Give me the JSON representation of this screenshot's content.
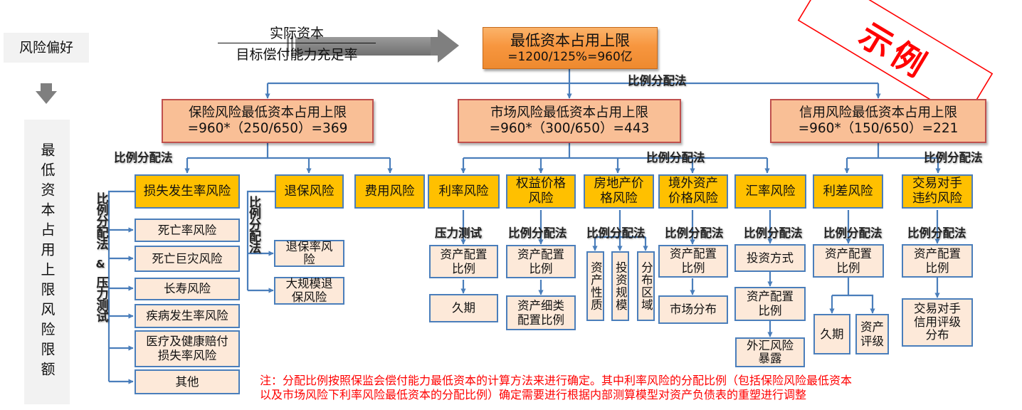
{
  "left_panel": {
    "risk_appetite": "风险偏好",
    "vertical_title": "最低资本占用上限风险限额"
  },
  "formula": {
    "numerator": "实际资本",
    "denominator": "目标偿付能力充足率"
  },
  "root": {
    "title": "最低资本占用上限",
    "formula": "=1200/125%=960亿"
  },
  "stamp": {
    "text": "示例",
    "color": "#ff0000"
  },
  "method_labels": {
    "proportional": "比例分配法",
    "stress_test": "压力测试",
    "proportional_and_stress_a": "比例分配法",
    "ampersand": "&",
    "proportional_and_stress_b": "压力测试"
  },
  "categories": [
    {
      "title": "保险风险最低资本占用上限",
      "formula": "=960*（250/650）=369",
      "children": [
        {
          "label": "损失发生率风险",
          "method": "比例分配法 & 压力测试",
          "children": [
            "死亡率风险",
            "死亡巨灾风险",
            "长寿风险",
            "疾病发生率风险",
            "医疗及健康赔付\n损失率风险",
            "其他"
          ]
        },
        {
          "label": "退保风险",
          "method": "比例分配法",
          "children": [
            "退保率风\n险",
            "大规模退\n保风险"
          ]
        },
        {
          "label": "费用风险",
          "children": []
        }
      ]
    },
    {
      "title": "市场风险最低资本占用上限",
      "formula": "=960*（300/650）=443",
      "children": [
        {
          "label": "利率风险",
          "method": "压力测试",
          "children": [
            "资产配置\n比例",
            "久期"
          ]
        },
        {
          "label": "权益价格\n风险",
          "method": "比例分配法",
          "children": [
            "资产配置\n比例",
            "资产细类\n配置比例"
          ]
        },
        {
          "label": "房地产价\n格风险",
          "method": "比例分配法",
          "children": [
            "资产性质",
            "投资规模",
            "分布区域"
          ]
        },
        {
          "label": "境外资产\n价格风险",
          "method": "比例分配法",
          "children": [
            "资产配置\n比例",
            "市场分布"
          ]
        },
        {
          "label": "汇率风险",
          "method": "比例分配法",
          "children": [
            "投资方式",
            "资产配置\n比例",
            "外汇风险\n暴露"
          ]
        }
      ]
    },
    {
      "title": "信用风险最低资本占用上限",
      "formula": "=960*（150/650）=221",
      "children": [
        {
          "label": "利差风险",
          "method": "比例分配法",
          "children": [
            "资产配置\n比例",
            "久期",
            "资产\n评级"
          ]
        },
        {
          "label": "交易对手\n违约风险",
          "method": "比例分配法",
          "children": [
            "资产配置\n比例",
            "交易对手\n信用评级\n分布"
          ]
        }
      ]
    }
  ],
  "note": {
    "line1": "注：分配比例按照保监会偿付能力最低资本的计算方法来进行确定。其中利率风险的分配比例（包括保险风险最低资本",
    "line2": "以及市场风险下利率风险最低资本的分配比例）确定需要进行根据内部测算模型对资产负债表的重塑进行调整"
  },
  "colors": {
    "connector": "#4a7ebb",
    "category_border": "#c0504d",
    "risk_box_fill": "#ffc000",
    "leaf_fill": "#fde9d9",
    "note_text": "#ff0000"
  }
}
